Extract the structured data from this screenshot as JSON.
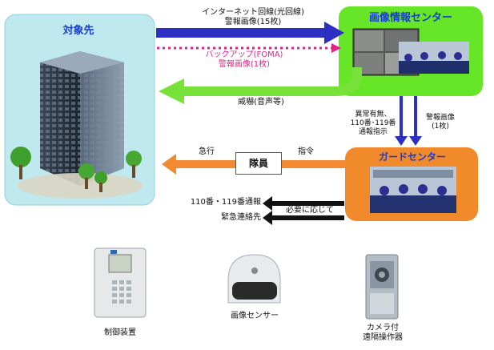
{
  "target_panel": {
    "title": "対象先"
  },
  "info_center": {
    "title": "画像情報センター"
  },
  "guard_center": {
    "title": "ガードセンター"
  },
  "guard_box": {
    "label": "隊員"
  },
  "flows": {
    "main_line_1": "インターネット回線(光回線)",
    "main_line_2": "警報画像(15枚)",
    "backup_line_1": "バックアップ(FOMA)",
    "backup_line_2": "警報画像(1枚)",
    "threat": "威嚇(音声等)",
    "down_left_1": "異常有無、",
    "down_left_2": "110番･119番",
    "down_left_3": "通報指示",
    "down_right_1": "警報画像",
    "down_right_2": "(1枚)",
    "rush": "急行",
    "command": "指令",
    "report_110": "110番・119番通報",
    "as_needed": "必要に応じて",
    "emergency_contact": "緊急連絡先"
  },
  "devices": [
    {
      "label": "制御装置"
    },
    {
      "label": "画像センサー"
    },
    {
      "label_1": "カメラ付",
      "label_2": "遠隔操作器"
    }
  ],
  "colors": {
    "target_panel": "#bfe9ef",
    "green_panel": "#66e626",
    "orange_panel": "#f08a2a",
    "blue_arrow": "#2d2fc4",
    "magenta_line": "#e2228a",
    "green_arrow": "#79e23a",
    "orange_arrow": "#f28a32"
  }
}
